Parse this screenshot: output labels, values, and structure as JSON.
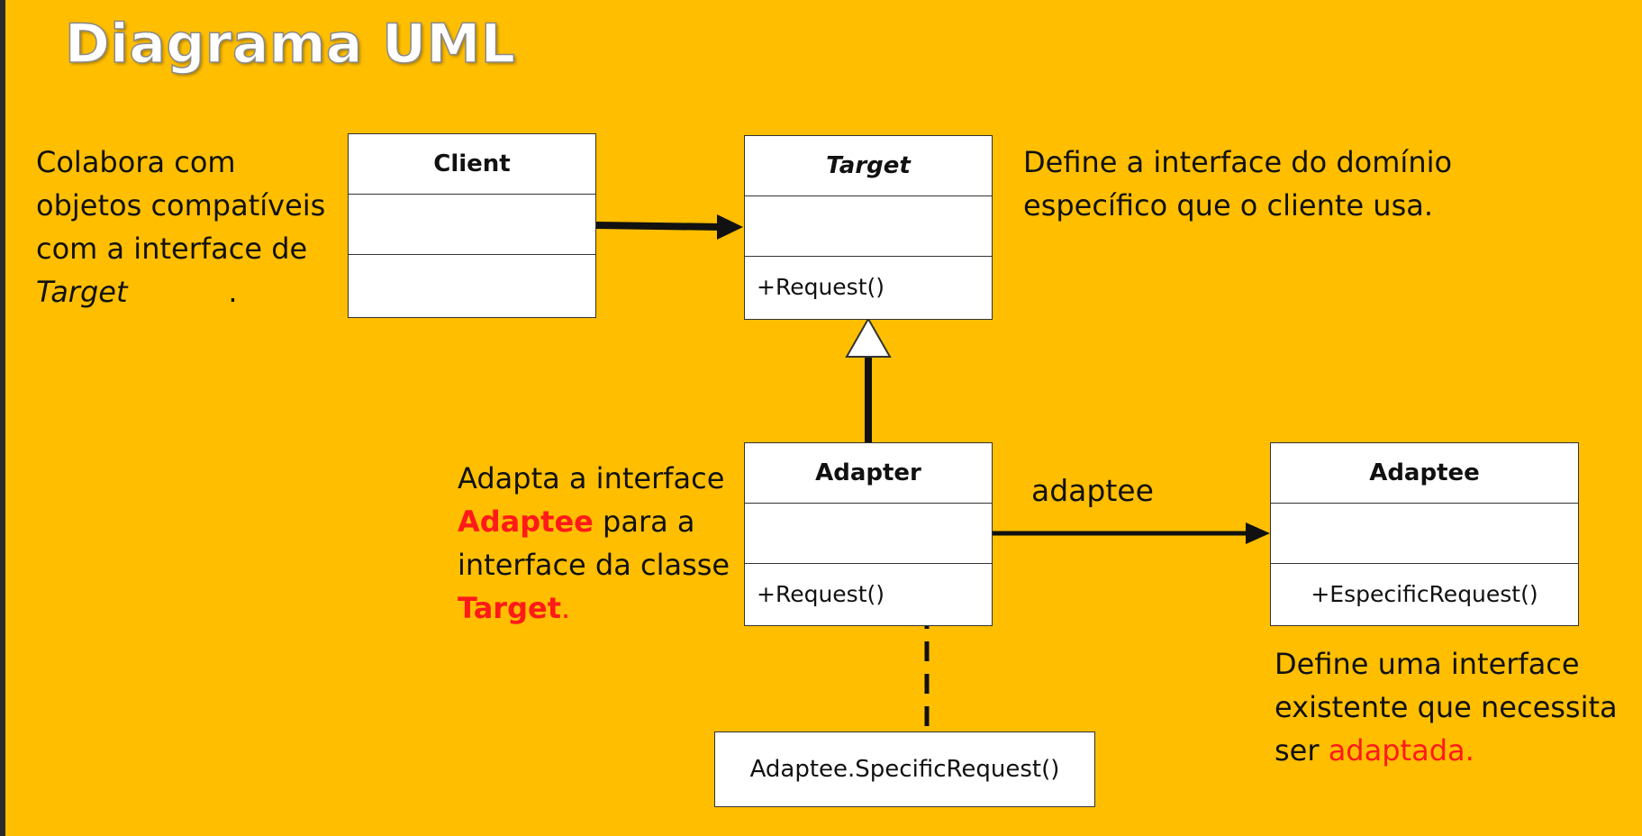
{
  "title": "Diagrama UML",
  "colors": {
    "background": "#FFBE00",
    "accent_red": "#FF1A1A",
    "box_fill": "#FFFFFF",
    "line": "#111111"
  },
  "classes": {
    "client": {
      "name": "Client",
      "operation": ""
    },
    "target": {
      "name": "Target",
      "operation": "+Request()"
    },
    "adapter": {
      "name": "Adapter",
      "operation": "+Request()"
    },
    "adaptee": {
      "name": "Adaptee",
      "operation": "+EspecificRequest()"
    }
  },
  "association_label": "adaptee",
  "note": "Adaptee.SpecificRequest()",
  "descriptions": {
    "client": {
      "line1": "Colabora com",
      "line2": "objetos compatíveis",
      "line3": "com a interface de",
      "line4_italic": "Target",
      "line4_rest": "           ."
    },
    "target": {
      "line1": "Define a interface do domínio",
      "line2": "específico que o cliente usa."
    },
    "adapter": {
      "line1": "Adapta a interface",
      "line2_red": "Adaptee",
      "line2_rest": " para a",
      "line3": "interface da classe",
      "line4_red": "Target",
      "line4_rest": "."
    },
    "adaptee": {
      "line1": "Define uma interface",
      "line2": "existente que necessita",
      "line3_prefix": "ser ",
      "line3_red": "adaptada."
    }
  }
}
